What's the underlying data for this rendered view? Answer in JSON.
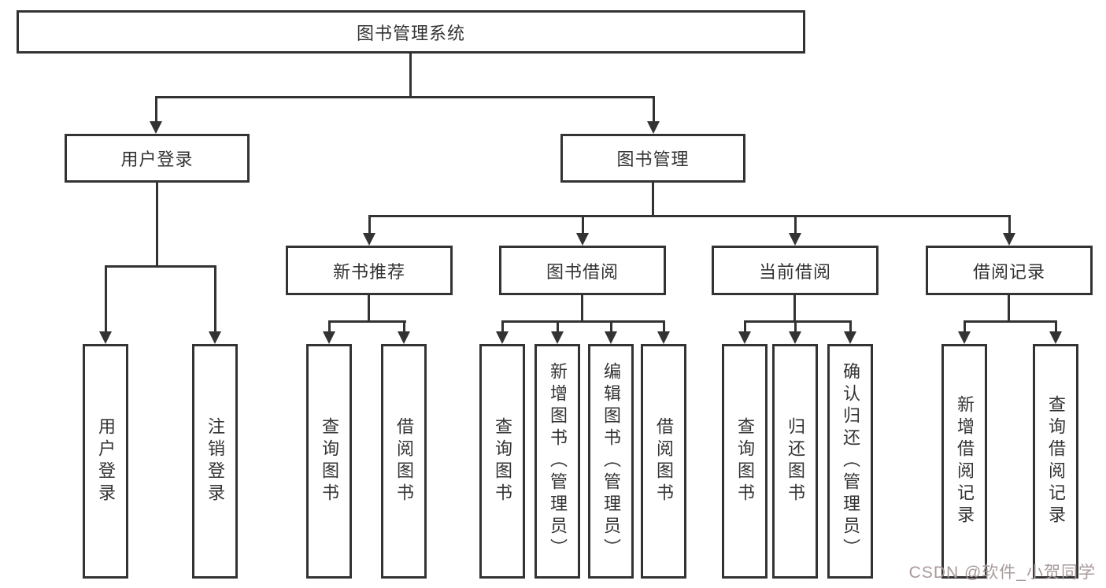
{
  "diagram_title": "图书管理系统",
  "nodes": {
    "root": {
      "label": "图书管理系统"
    },
    "level1": [
      {
        "id": "user-login",
        "label": "用户登录"
      },
      {
        "id": "book-management",
        "label": "图书管理"
      }
    ],
    "level2": [
      {
        "id": "new-book-recommend",
        "label": "新书推荐",
        "parent": "图书管理"
      },
      {
        "id": "book-borrowing",
        "label": "图书借阅",
        "parent": "图书管理"
      },
      {
        "id": "current-borrowing",
        "label": "当前借阅",
        "parent": "图书管理"
      },
      {
        "id": "borrowing-records",
        "label": "借阅记录",
        "parent": "图书管理"
      }
    ],
    "leaves": [
      {
        "id": "leaf-user-login",
        "label": "用户登录",
        "parent": "用户登录"
      },
      {
        "id": "leaf-logout",
        "label": "注销登录",
        "parent": "用户登录"
      },
      {
        "id": "leaf-query-books-recommend",
        "label": "查询图书",
        "parent": "新书推荐"
      },
      {
        "id": "leaf-borrow-books-recommend",
        "label": "借阅图书",
        "parent": "新书推荐"
      },
      {
        "id": "leaf-query-books-borrowing",
        "label": "查询图书",
        "parent": "图书借阅"
      },
      {
        "id": "leaf-add-books-admin",
        "label": "新增图书（管理员）",
        "parent": "图书借阅"
      },
      {
        "id": "leaf-edit-books-admin",
        "label": "编辑图书（管理员）",
        "parent": "图书借阅"
      },
      {
        "id": "leaf-borrow-books-borrowing",
        "label": "借阅图书",
        "parent": "图书借阅"
      },
      {
        "id": "leaf-query-books-current",
        "label": "查询图书",
        "parent": "当前借阅"
      },
      {
        "id": "leaf-return-books",
        "label": "归还图书",
        "parent": "当前借阅"
      },
      {
        "id": "leaf-confirm-return-admin",
        "label": "确认归还（管理员）",
        "parent": "当前借阅"
      },
      {
        "id": "leaf-add-borrow-record",
        "label": "新增借阅记录",
        "parent": "借阅记录"
      },
      {
        "id": "leaf-query-borrow-record",
        "label": "查询借阅记录",
        "parent": "借阅记录"
      }
    ]
  },
  "watermark": {
    "text": "CSDN @软件_小贺同学"
  },
  "colors": {
    "line": "#333333",
    "box_background": "#ffffff",
    "text": "#333333",
    "page_background": "#ffffff",
    "watermark": "#a89a9a"
  }
}
